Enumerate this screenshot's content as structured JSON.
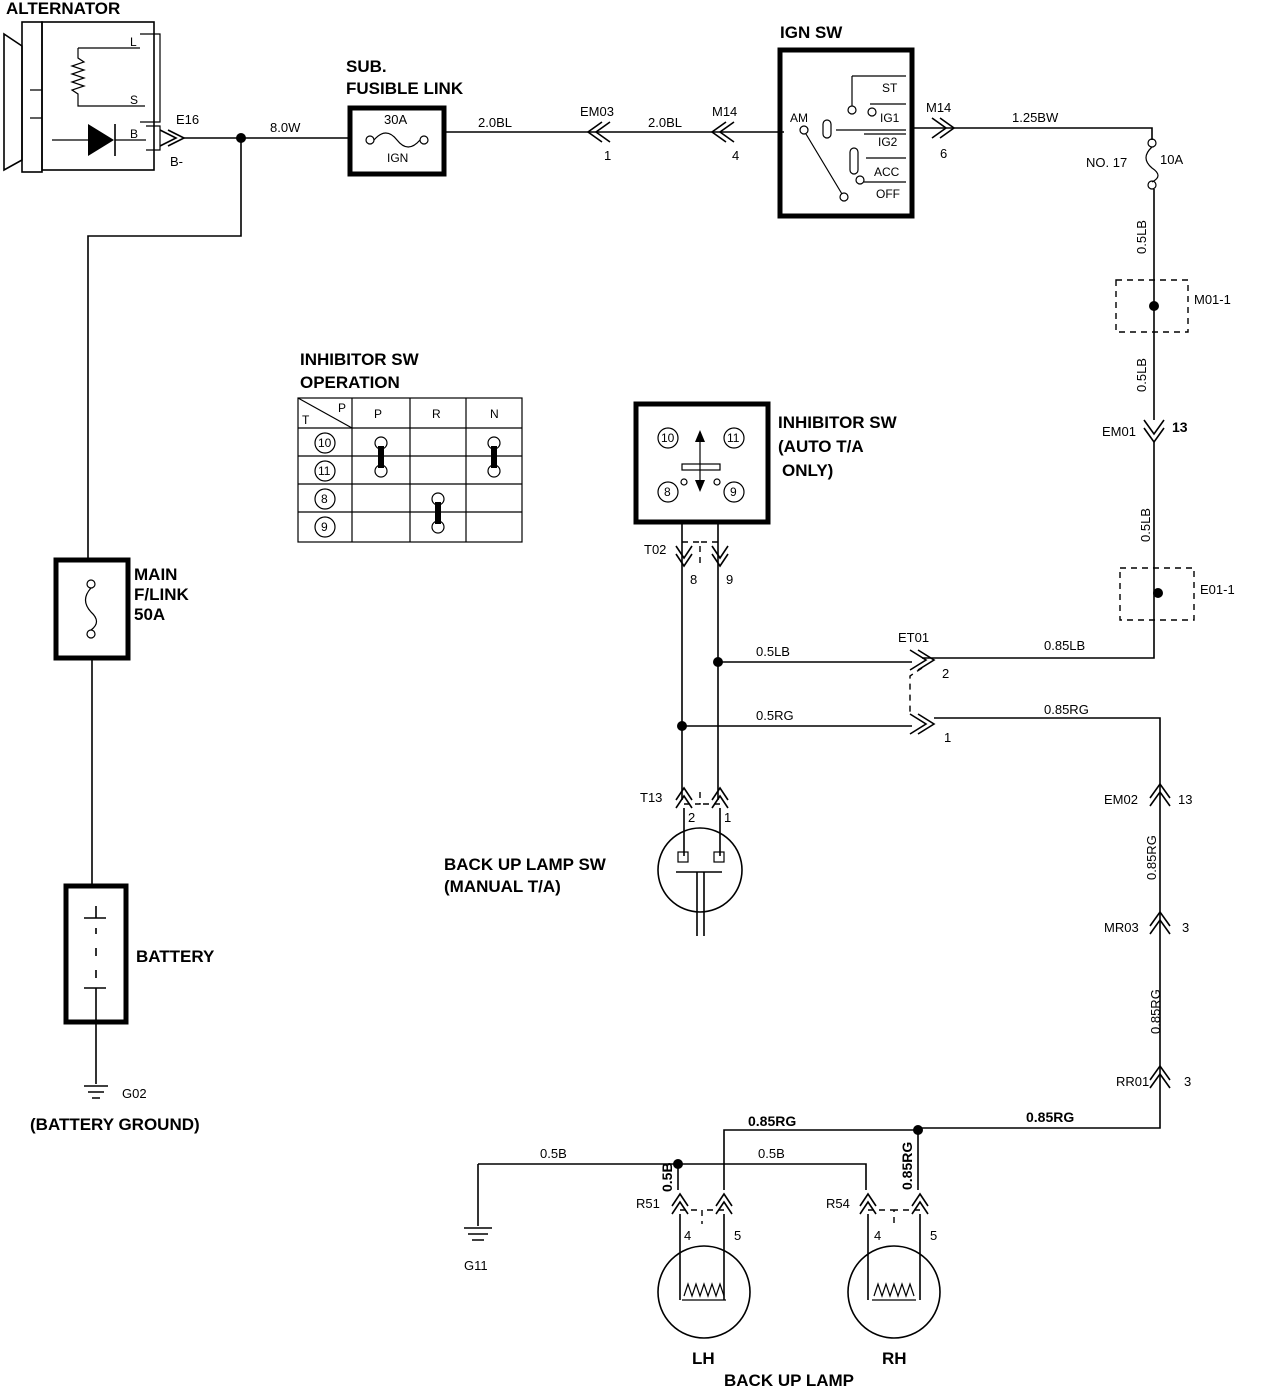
{
  "components": {
    "alternator": {
      "title": "ALTERNATOR",
      "pin_l": "L",
      "pin_s": "S",
      "pin_b": "B",
      "connector": "E16",
      "b_minus": "B-"
    },
    "sub_fusible_link": {
      "title_1": "SUB.",
      "title_2": "FUSIBLE LINK",
      "rating": "30A",
      "circuit": "IGN"
    },
    "ign_sw": {
      "title": "IGN SW",
      "am": "AM",
      "st": "ST",
      "ig1": "IG1",
      "ig2": "IG2",
      "acc": "ACC",
      "off": "OFF"
    },
    "fuse_17": {
      "number": "NO. 17",
      "rating": "10A"
    },
    "inhibitor_sw": {
      "title_1": "INHIBITOR SW",
      "title_2": "(AUTO T/A",
      "title_3": "ONLY)",
      "p10": "10",
      "p11": "11",
      "p8": "8",
      "p9": "9"
    },
    "inhibitor_table": {
      "title_1": "INHIBITOR SW",
      "title_2": "OPERATION",
      "corner_t": "T",
      "corner_p": "P",
      "columns": [
        "P",
        "R",
        "N"
      ],
      "rows": [
        "10",
        "11",
        "8",
        "9"
      ]
    },
    "main_f_link": {
      "title_1": "MAIN",
      "title_2": "F/LINK",
      "rating": "50A"
    },
    "battery": {
      "title": "BATTERY",
      "ground": "G02",
      "ground_label": "(BATTERY GROUND)"
    },
    "backup_lamp_sw": {
      "title_1": "BACK UP LAMP SW",
      "title_2": "(MANUAL T/A)",
      "connector": "T13",
      "pin_2": "2",
      "pin_1": "1"
    },
    "backup_lamp": {
      "title": "BACK UP LAMP",
      "lh": "LH",
      "rh": "RH",
      "lh_connector": "R51",
      "rh_connector": "R54",
      "pin_4": "4",
      "pin_5": "5",
      "ground": "G11"
    }
  },
  "wires": {
    "w_8_0w": "8.0W",
    "w_2_0bl_a": "2.0BL",
    "w_2_0bl_b": "2.0BL",
    "w_1_25bw": "1.25BW",
    "w_0_5lb_1": "0.5LB",
    "w_0_5lb_2": "0.5LB",
    "w_0_5lb_3": "0.5LB",
    "w_0_5lb_4": "0.5LB",
    "w_0_85lb": "0.85LB",
    "w_0_5rg": "0.5RG",
    "w_0_85rg_1": "0.85RG",
    "w_0_85rg_2": "0.85RG",
    "w_0_85rg_3": "0.85RG",
    "w_0_85rg_4": "0.85RG",
    "w_0_85rg_5": "0.85RG",
    "w_0_85rg_6": "0.85RG",
    "w_0_5b_1": "0.5B",
    "w_0_5b_2": "0.5B",
    "w_0_5b_3": "0.5B"
  },
  "connectors": {
    "em03": "EM03",
    "em03_pin": "1",
    "m14_a": "M14",
    "m14_a_pin": "4",
    "m14_b": "M14",
    "m14_b_pin": "6",
    "m01": "M01-1",
    "em01": "EM01",
    "em01_pin": "13",
    "e01": "E01-1",
    "t02": "T02",
    "t02_pin_8": "8",
    "t02_pin_9": "9",
    "et01": "ET01",
    "et01_pin_2": "2",
    "et01_pin_1": "1",
    "em02": "EM02",
    "em02_pin": "13",
    "mr03": "MR03",
    "mr03_pin": "3",
    "rr01": "RR01",
    "rr01_pin": "3"
  }
}
